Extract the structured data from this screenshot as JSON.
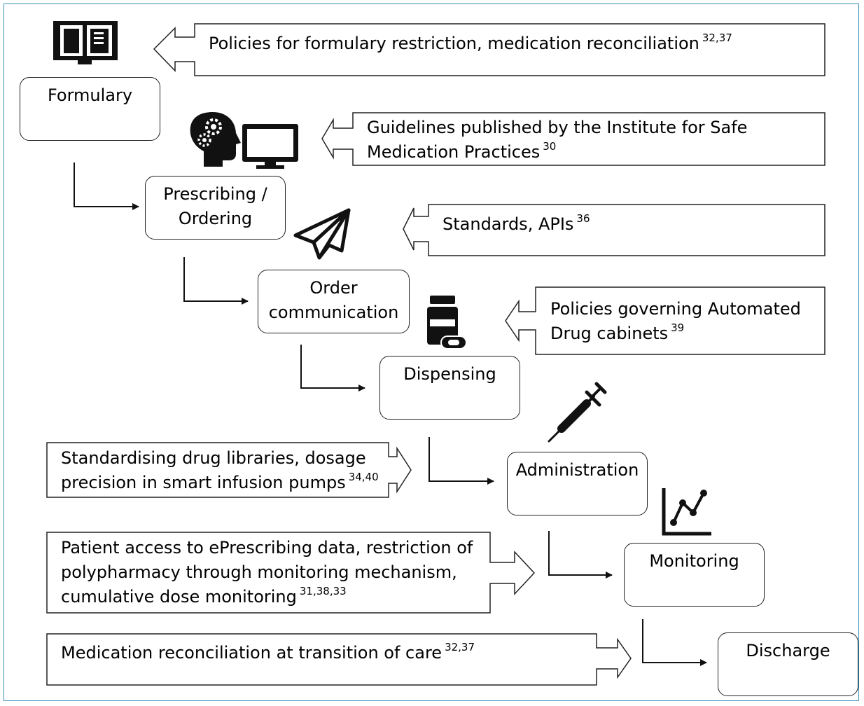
{
  "stages": {
    "formulary": "Formulary",
    "prescribing_line1": "Prescribing /",
    "prescribing_line2": "Ordering",
    "order_line1": "Order",
    "order_line2": "communication",
    "dispensing": "Dispensing",
    "administration": "Administration",
    "monitoring": "Monitoring",
    "discharge": "Discharge"
  },
  "notes": {
    "formulary": {
      "text": "Policies for formulary restriction, medication reconciliation",
      "refs": "32,37"
    },
    "prescribing": {
      "text1": "Guidelines published by the Institute for Safe",
      "text2": "Medication Practices",
      "refs": "30"
    },
    "order": {
      "text": "Standards, APIs",
      "refs": "36"
    },
    "dispensing": {
      "text1": "Policies governing Automated",
      "text2": "Drug cabinets",
      "refs": "39"
    },
    "administration": {
      "text1": "Standardising drug libraries, dosage",
      "text2": "precision in smart infusion pumps",
      "refs": "34,40"
    },
    "monitoring": {
      "text1": "Patient access to ePrescribing data, restriction of",
      "text2": "polypharmacy through monitoring mechanism,",
      "text3": "cumulative dose monitoring",
      "refs": "31,38,33"
    },
    "discharge": {
      "text": "Medication reconciliation at transition of care",
      "refs": "32,37"
    }
  },
  "icons": [
    "book-icon",
    "brain-gears-icon",
    "monitor-icon",
    "paper-plane-icon",
    "pill-bottle-icon",
    "syringe-icon",
    "line-chart-icon"
  ],
  "colors": {
    "frame": "#3a8fb7",
    "line": "#222222"
  }
}
